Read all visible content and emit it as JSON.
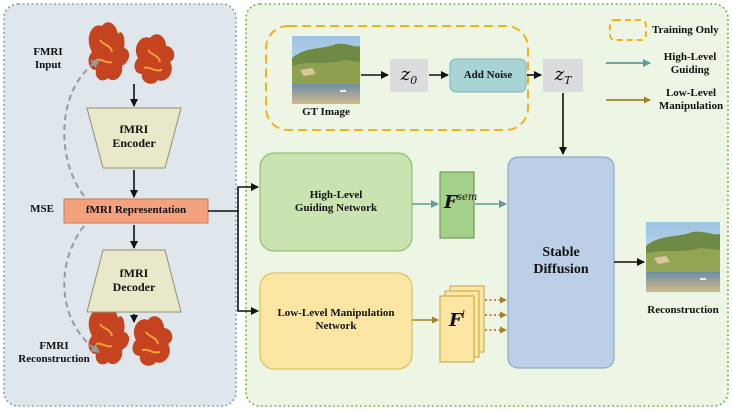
{
  "left_panel": {
    "input_label": "FMRI\nInput",
    "encoder_label": "fMRI\nEncoder",
    "representation_label": "fMRI Representation",
    "decoder_label": "fMRI\nDecoder",
    "reconstruction_label": "FMRI\nReconstruction",
    "loss_label": "MSE"
  },
  "training_box": {
    "gt_image_label": "GT Image",
    "z0_label": "z",
    "z0_sub": "0",
    "add_noise_label": "Add Noise",
    "zt_label": "z",
    "zt_sub": "T"
  },
  "networks": {
    "high_level_label": "High-Level\nGuiding Network",
    "low_level_label": "Low-Level Manipulation\nNetwork",
    "f_sem_main": "F",
    "f_sem_sup": "sem",
    "f_l_main": "F",
    "f_l_sup": "l"
  },
  "stable_diffusion_label": "Stable\nDiffusion",
  "output_label": "Reconstruction",
  "legend": {
    "training_only": "Training Only",
    "high_level": "High-Level\nGuiding",
    "low_level": "Low-Level\nManipulation"
  },
  "colors": {
    "left_panel_bg": "#dfe7ec",
    "left_panel_border": "#8aa4b4",
    "right_panel_bg": "#edf5e4",
    "right_panel_border": "#7fb24a",
    "encoder_fill": "#e9e9c9",
    "representation_fill": "#f4a27e",
    "noise_fill": "#a8d4d6",
    "high_level_fill": "#c9e4b0",
    "low_level_fill": "#fbe7a3",
    "diffusion_fill": "#bdcfe7",
    "training_dash": "#f2b21c",
    "high_arrow": "#5f9e98",
    "low_arrow": "#a77e2a"
  }
}
